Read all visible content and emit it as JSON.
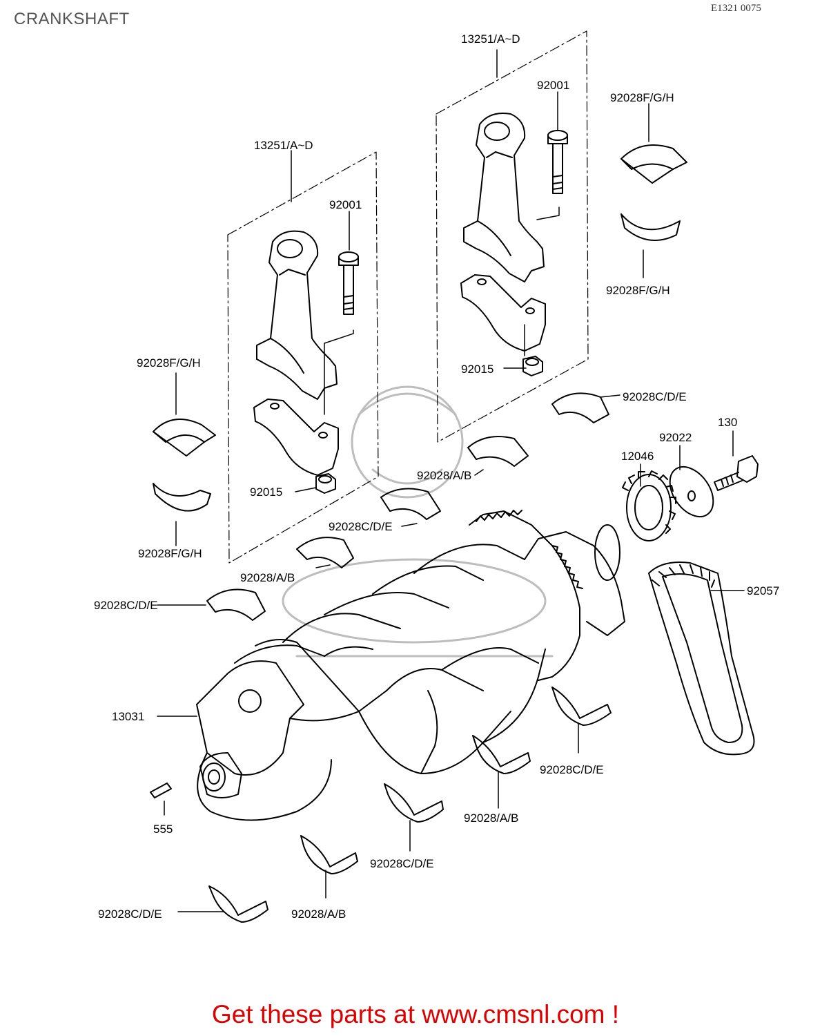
{
  "page": {
    "title": "CRANKSHAFT",
    "ref_code": "E1321 0075"
  },
  "footer": {
    "text": "Get these parts at www.cmsnl.com !"
  },
  "labels": {
    "rod_left": "13251/A~D",
    "rod_right": "13251/A~D",
    "bolt_left": "92001",
    "bolt_right": "92001",
    "bear_rod_r_top": "92028F/G/H",
    "bear_rod_r_bot": "92028F/G/H",
    "bear_rod_l_top": "92028F/G/H",
    "bear_rod_l_bot": "92028F/G/H",
    "nut_right": "92015",
    "nut_left": "92015",
    "main_cde_1": "92028C/D/E",
    "bolt_130": "130",
    "washer": "92022",
    "sprocket": "12046",
    "main_ab_1": "92028/A/B",
    "main_cde_2": "92028C/D/E",
    "main_ab_2": "92028/A/B",
    "main_cde_3": "92028C/D/E",
    "chain": "92057",
    "crankshaft": "13031",
    "main_cde_4": "92028C/D/E",
    "main_ab_3": "92028/A/B",
    "pin": "555",
    "main_cde_5": "92028C/D/E",
    "main_cde_6": "92028C/D/E",
    "main_ab_4": "92028/A/B"
  },
  "colors": {
    "line": "#000000",
    "watermark": "#bdbdbd",
    "footer": "#dd0000"
  }
}
